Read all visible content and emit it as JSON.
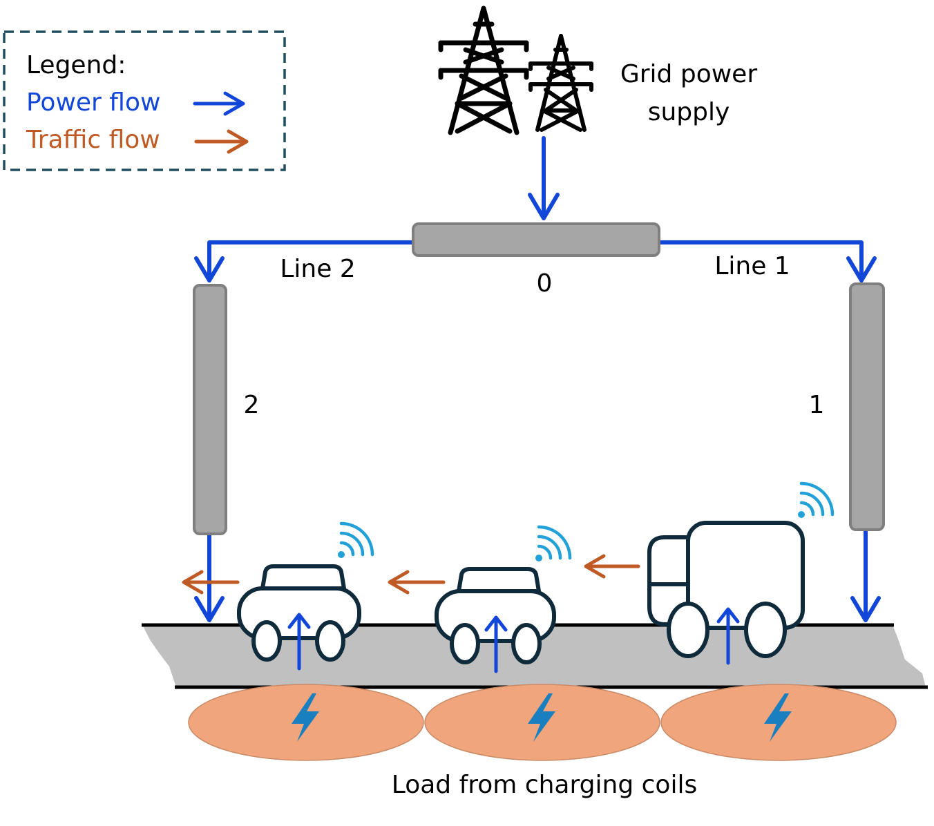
{
  "legend": {
    "title": "Legend:",
    "power_flow": "Power flow",
    "traffic_flow": "Traffic flow"
  },
  "grid": {
    "label_line1": "Grid power",
    "label_line2": "supply"
  },
  "buses": {
    "bus0": "0",
    "bus1": "1",
    "bus2": "2"
  },
  "lines": {
    "line1": "Line 1",
    "line2": "Line 2"
  },
  "footer": {
    "coils_label": "Load from charging coils"
  },
  "colors": {
    "power": "#1146d8",
    "traffic": "#c05a24",
    "bus_fill": "#a6a6a6",
    "bus_stroke": "#7f7f7f",
    "road": "#c0c0c0",
    "coil": "#f0a57d",
    "bolt": "#1a7fbf",
    "wireless": "#22a0d8",
    "vehicle_stroke": "#0f2a3a",
    "legend_border": "#1f4e5f"
  },
  "icons": {
    "tower": "transmission-tower-icon",
    "bolt": "lightning-bolt-icon",
    "wireless": "wireless-signal-icon",
    "car": "car-icon",
    "truck": "truck-icon"
  }
}
